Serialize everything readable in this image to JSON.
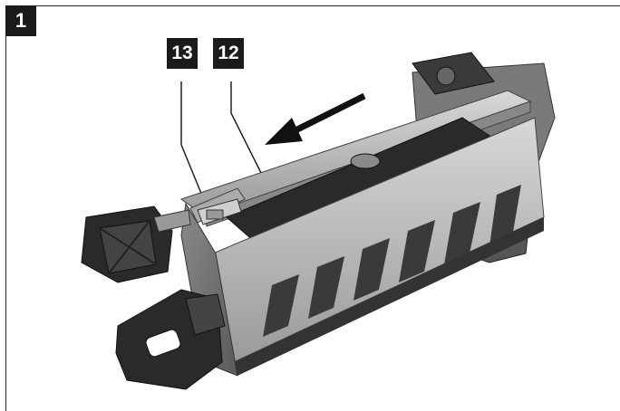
{
  "figure": {
    "number": "1"
  },
  "callouts": [
    {
      "id": "13",
      "label": "13"
    },
    {
      "id": "12",
      "label": "12"
    }
  ],
  "colors": {
    "badge": "#1a1a1a",
    "frame": "#222222",
    "tool_metal": "#b8b8b8",
    "tool_dark": "#2a2a2a"
  }
}
